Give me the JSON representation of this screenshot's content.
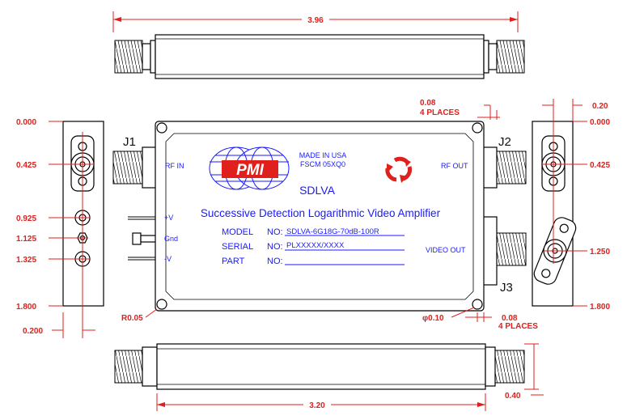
{
  "dimensions": {
    "top_length": "3.96",
    "bottom_length": "3.20",
    "bottom_height": "0.40",
    "hole_offset": "0.08",
    "hole_offset_count": "4 PLACES",
    "hole_offset_bottom": "0.08",
    "hole_offset_bottom_count": "4 PLACES",
    "corner_radius": "R0.05",
    "hole_diameter": "φ0.10",
    "left_y": [
      "0.000",
      "0.425",
      "0.925",
      "1.125",
      "1.325",
      "1.800"
    ],
    "left_x": "0.200",
    "right_y": [
      "0.000",
      "0.425",
      "1.250",
      "1.800"
    ],
    "right_x": "0.20"
  },
  "connectors": {
    "j1": "J1",
    "j2": "J2",
    "j3": "J3",
    "rf_in": "RF IN",
    "rf_out": "RF OUT",
    "video_out": "VIDEO OUT"
  },
  "pins": {
    "plus_v": "+V",
    "gnd": "Gnd",
    "minus_v": "-V"
  },
  "label": {
    "logo": "PMI",
    "made_in": "MADE IN USA",
    "fscm": "FSCM 05XQ0",
    "product": "SDLVA",
    "description": "Successive Detection Logarithmic Video Amplifier",
    "model_label": "MODEL",
    "serial_label": "SERIAL",
    "part_label": "PART",
    "no_label": "NO:",
    "model_value": "SDLVA-6G18G-70dB-100R",
    "serial_value": "PLXXXXX/XXXX",
    "part_value": ""
  },
  "colors": {
    "dimension": "#e0201c",
    "text": "#1a1aff",
    "outline": "#000000"
  }
}
